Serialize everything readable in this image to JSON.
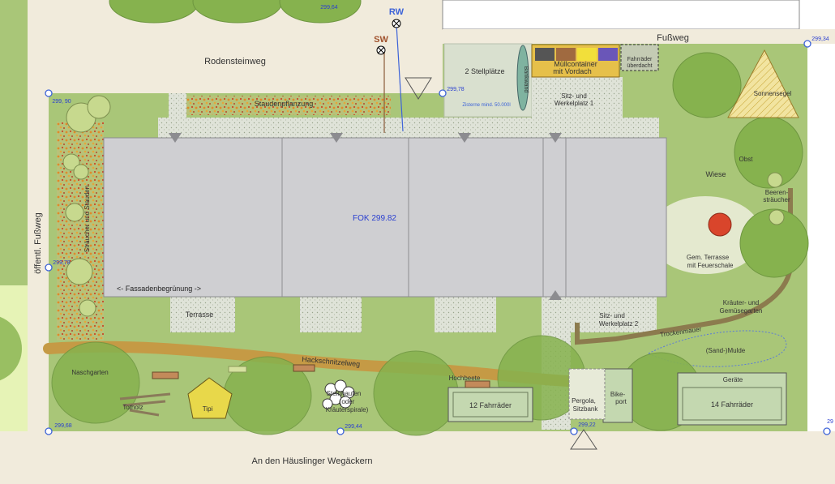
{
  "streets": {
    "north": "Rodensteinweg",
    "south": "An den Häuslinger Wegäckern",
    "west": "öffentl. Fußweg",
    "northeast": "Fußweg"
  },
  "building": {
    "level": "FOK 299.82",
    "facade": "<- Fassadenbegrünung ->"
  },
  "labels": {
    "rw": "RW",
    "sw": "SW",
    "parking": "2 Stellplätze",
    "bin": "Müllcontainer",
    "bin2": "mit Vordach",
    "bikes_small_1": "Fahrräder",
    "bikes_small_2": "überdacht",
    "bench": "Bankwand",
    "workshop1_a": "Sitz- und",
    "workshop1_b": "Werkelplatz 1",
    "min_distance": "Zisterne mind. 50.000l",
    "perennials": "Staudenpflanzung",
    "hedge": "Sträucher und Stauden",
    "sail": "Sonnensegel",
    "fruit": "Obst",
    "meadow": "Wiese",
    "berry1": "Beeren-",
    "berry2": "sträucher",
    "terrace_fire1": "Gem. Terrasse",
    "terrace_fire2": "mit Feuerschale",
    "herb1": "Kräuter- und",
    "herb2": "Gemüsegarten",
    "drywall": "Trockenmauer",
    "sandpit": "(Sand-)Mulde",
    "tools": "Geräte",
    "bikes14": "14 Fahrräder",
    "bikeport1": "Bike-",
    "bikeport2": "port",
    "pergola1": "Pergola,",
    "pergola2": "Sitzbank",
    "bikes12": "12 Fahrräder",
    "raised_beds": "Hochbeete",
    "workshop2_a": "Sitz- und",
    "workshop2_b": "Werkelplatz 2",
    "terrace": "Terrasse",
    "chips_path": "Hackschnitzelweg",
    "herb_spiral1": "Steinhaufen",
    "herb_spiral2": "(oder",
    "herb_spiral3": "Kräuterspirale)",
    "tipi": "Tipi",
    "deadwood": "Totholz",
    "snack_garden": "Naschgarten"
  },
  "heights": {
    "h1": "299,64",
    "h2": "299,34",
    "h3": "299,78",
    "h4": "299, 90",
    "h5": "299,78",
    "h6": "299,68",
    "h7": "299,44",
    "h8": "299,22",
    "h9": "29"
  },
  "colors": {
    "lawn": "#a9c678",
    "building": "#cfcfd2",
    "street": "#f1ebdc",
    "path": "#c59a45",
    "paving": "#d7dcd0",
    "tree": "#86b24e",
    "marker": "#3d63d8"
  }
}
